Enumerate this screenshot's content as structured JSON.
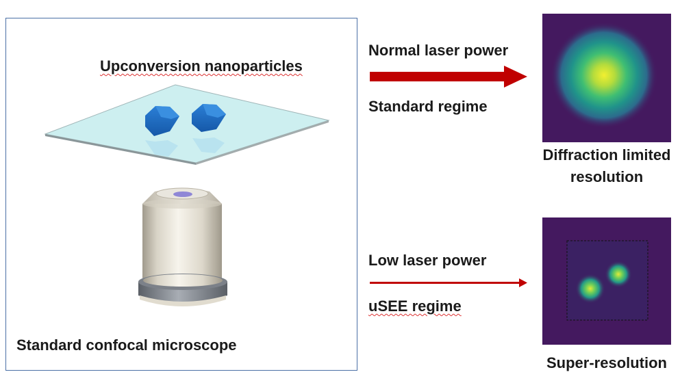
{
  "left_panel": {
    "nanoparticles_label": "Upconversion nanoparticles",
    "microscope_label": "Standard confocal microscope"
  },
  "top_path": {
    "arrow_label": "Normal laser power",
    "regime_label": "Standard regime",
    "result_line1": "Diffraction limited",
    "result_line2": "resolution"
  },
  "bottom_path": {
    "arrow_label": "Low laser power",
    "regime_label": "uSEE regime",
    "result_label": "Super-resolution"
  },
  "colors": {
    "arrow": "#c00000",
    "image_background": "#44195f",
    "particle": "#1e6bc4",
    "slide": "#cdeff0"
  }
}
